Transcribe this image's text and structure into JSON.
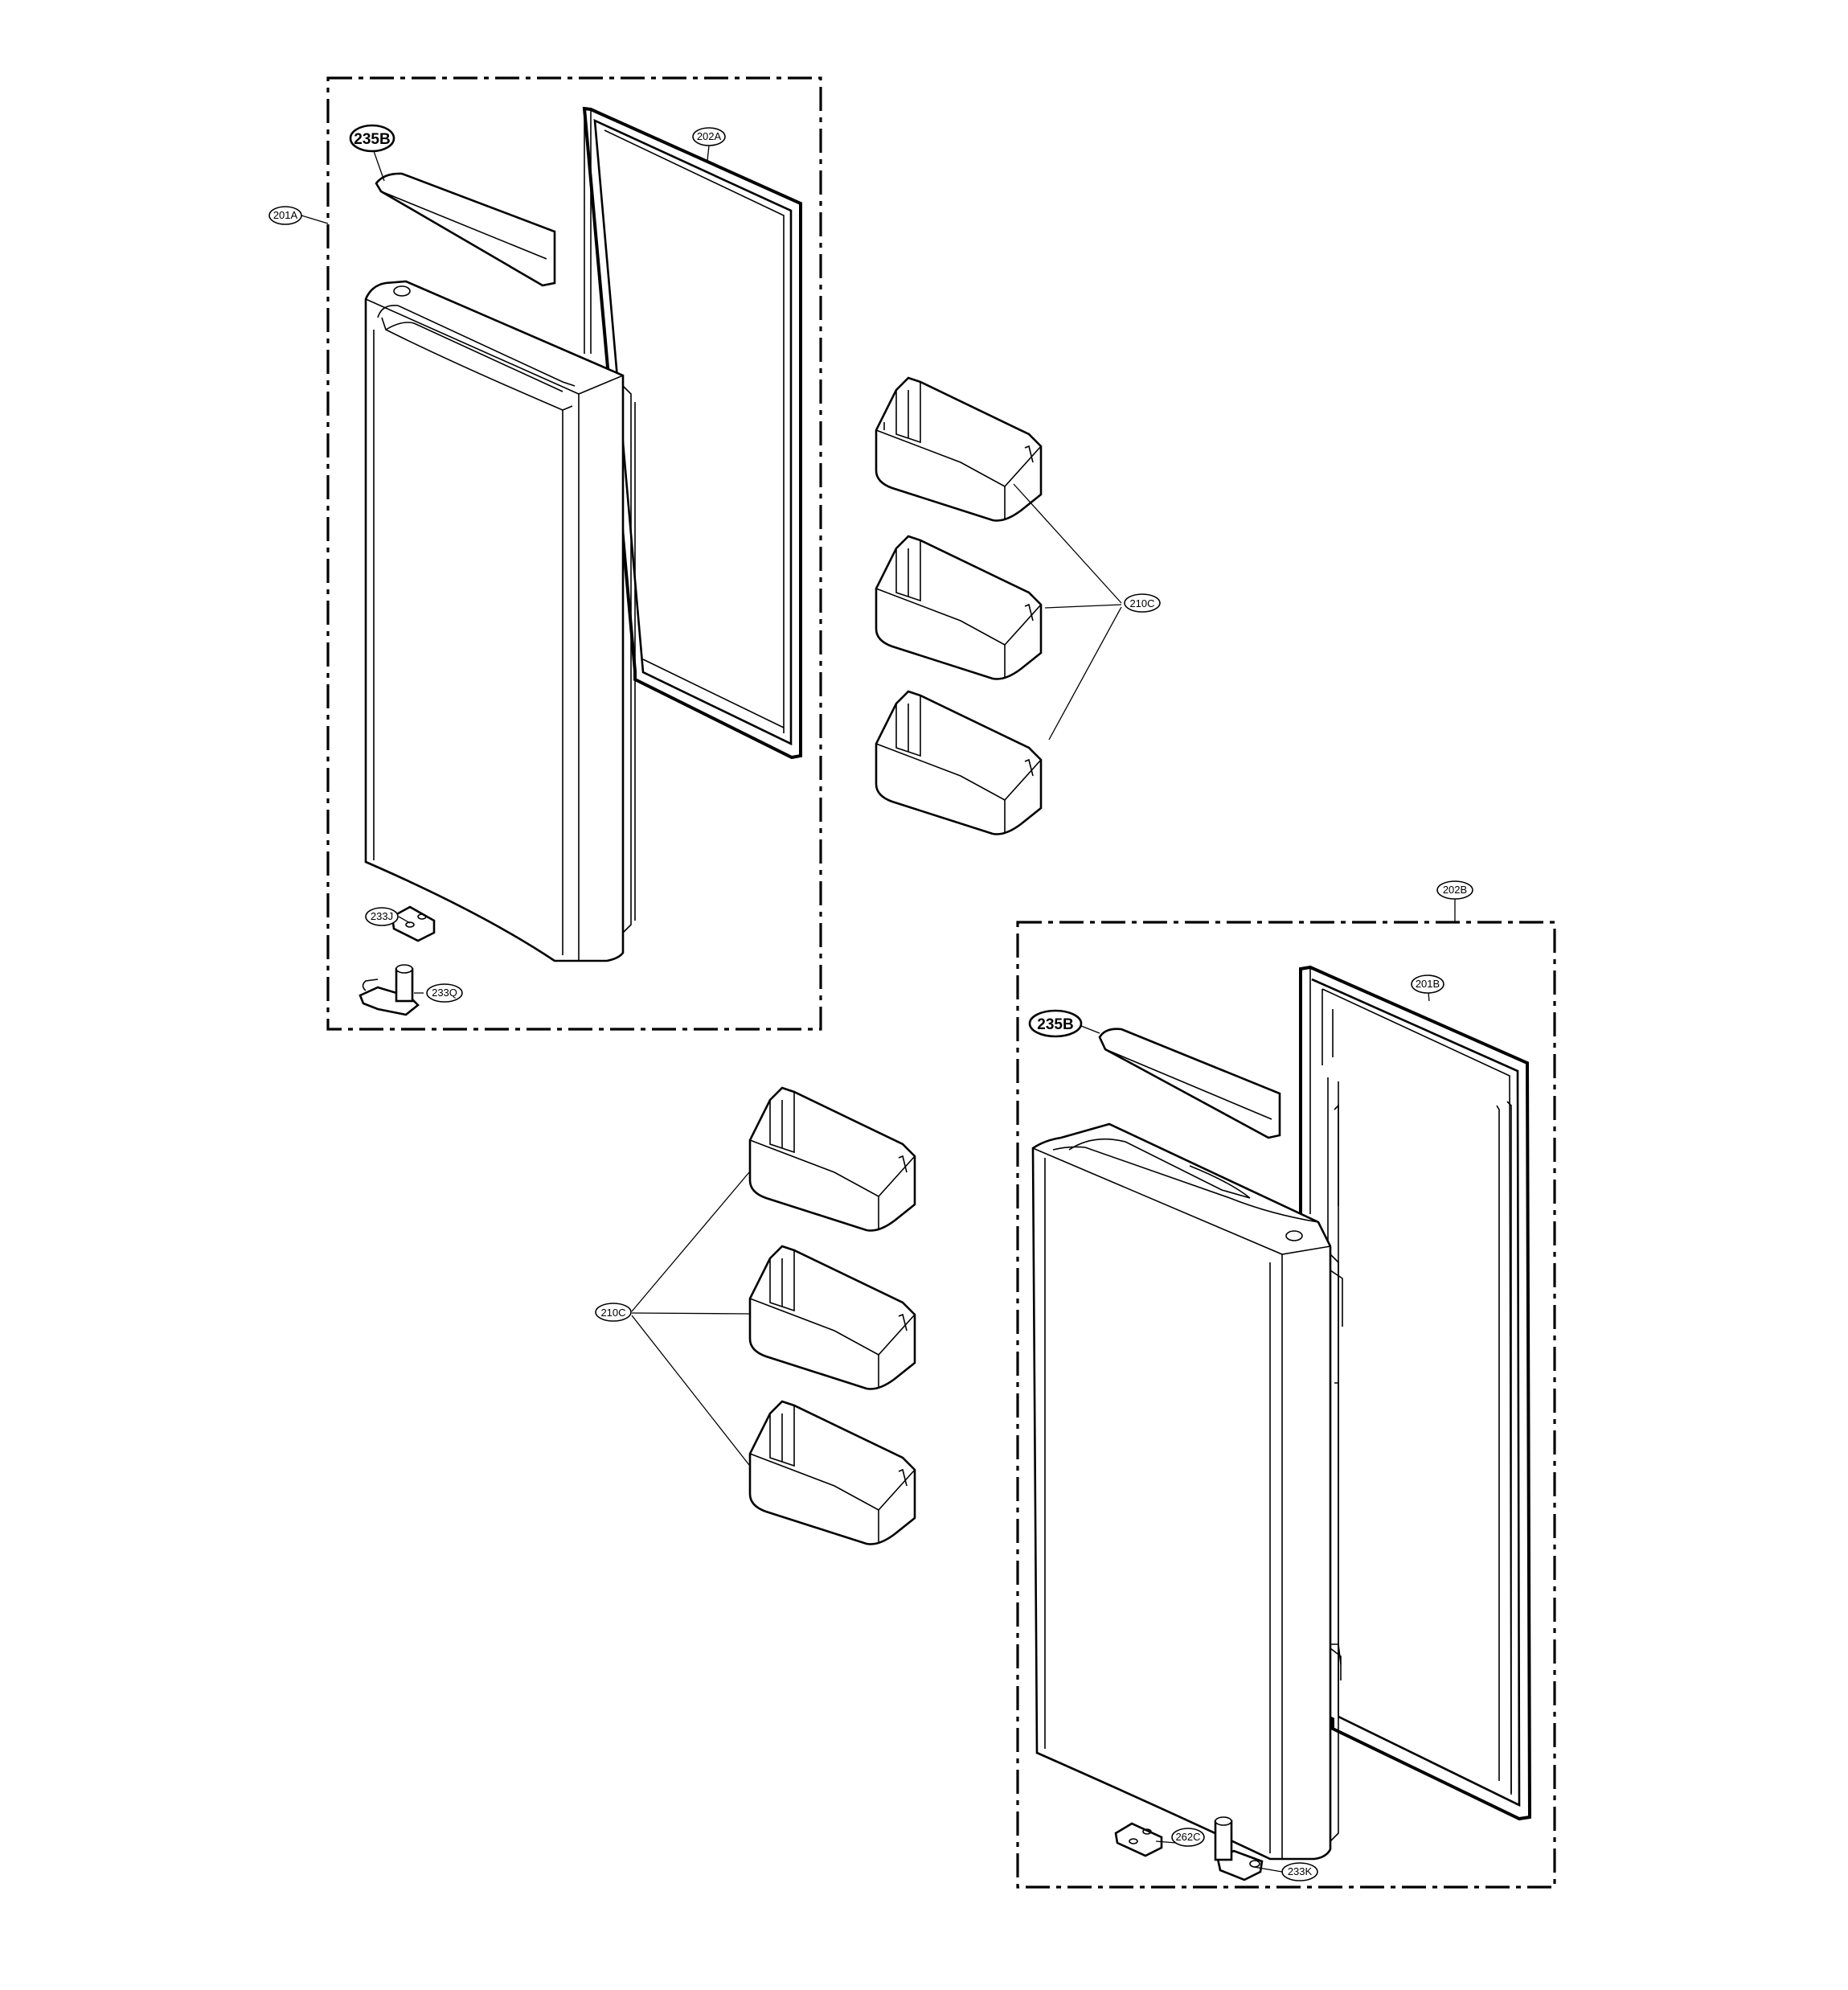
{
  "labels": {
    "part_201A": "201A",
    "part_202A": "202A",
    "part_235B_top": "235B",
    "part_210C_right": "210C",
    "part_233J": "233J",
    "part_233Q": "233Q",
    "part_202B": "202B",
    "part_201B": "201B",
    "part_235B_bottom": "235B",
    "part_210C_left": "210C",
    "part_262C": "262C",
    "part_233K": "233K"
  },
  "colors": {
    "line": "#000000",
    "background": "#ffffff"
  }
}
